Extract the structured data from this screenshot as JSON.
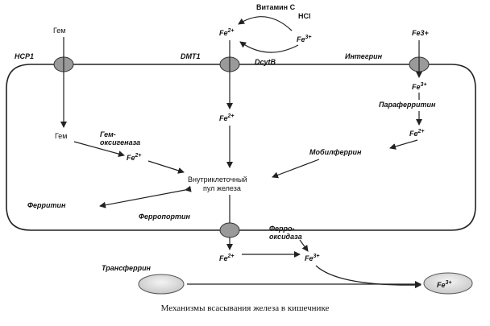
{
  "labels": {
    "heme_top": "Гем",
    "hcp1": "HCP1",
    "dmt1": "DMT1",
    "dcytb": "DcytB",
    "integrin": "Интегрин",
    "vitamin_c": "Витамин С",
    "hcl": "HCl",
    "fe2_top": "Fe",
    "fe3_top": "Fe",
    "fe3_integrin_top": "Fe3+",
    "fe3_integrin_mid": "Fe",
    "paraferritin": "Параферритин",
    "fe2_right": "Fe",
    "mobilferrin": "Мобилферрин",
    "fe2_mid": "Fe",
    "heme_inner": "Гем",
    "heme_oxygenase_1": "Гем-",
    "heme_oxygenase_2": "оксигеназа",
    "fe2_heme": "Fe",
    "pool_1": "Внутриклеточный",
    "pool_2": "пул железа",
    "ferritin": "Ферритин",
    "ferroportin": "Ферропортин",
    "ferroxidase_1": "Ферро-",
    "ferroxidase_2": "оксидаза",
    "fe2_bottom": "Fe",
    "fe3_bottom": "Fe",
    "transferrin": "Трансферрин",
    "fe3_transferrin": "Fe",
    "sup_2": "2+",
    "sup_3": "3+",
    "caption": "Механизмы всасывания железа в кишечнике"
  }
}
